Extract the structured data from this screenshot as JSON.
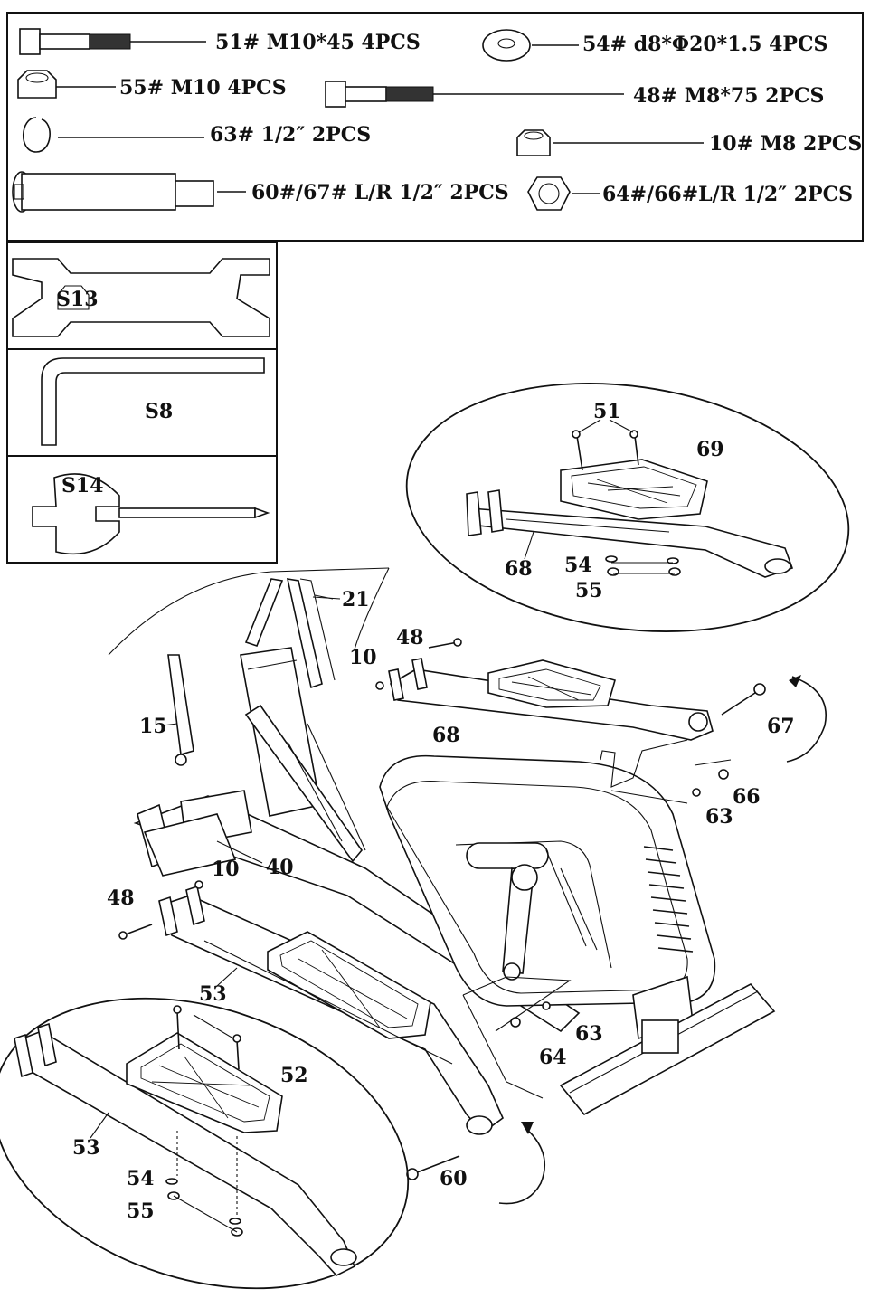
{
  "hardware": [
    {
      "label": "51#  M10*45  4PCS",
      "icon": "bolt-long-icon"
    },
    {
      "label": "54# d8*Φ20*1.5 4PCS",
      "icon": "washer-icon"
    },
    {
      "label": "55# M10 4PCS",
      "icon": "hex-nut-icon"
    },
    {
      "label": "48#  M8*75  2PCS",
      "icon": "bolt-icon"
    },
    {
      "label": "63# 1/2″ 2PCS",
      "icon": "spring-washer-icon"
    },
    {
      "label": "10# M8 2PCS",
      "icon": "hex-nut-small-icon"
    },
    {
      "label": "60#/67# L/R 1/2″ 2PCS",
      "icon": "axle-bolt-icon"
    },
    {
      "label": "64#/66#L/R 1/2″ 2PCS",
      "icon": "lock-nut-icon"
    }
  ],
  "tools": [
    {
      "label": "S13",
      "icon": "open-wrench-icon"
    },
    {
      "label": "S8",
      "icon": "allen-key-icon"
    },
    {
      "label": "S14",
      "icon": "screwdriver-wrench-icon"
    }
  ],
  "callouts": {
    "c51": "51",
    "c69": "69",
    "c68a": "68",
    "c54a": "54",
    "c55a": "55",
    "c21": "21",
    "c48a": "48",
    "c10a": "10",
    "c15": "15",
    "c68b": "68",
    "c67": "67",
    "c66": "66",
    "c63a": "63",
    "c40": "40",
    "c10b": "10",
    "c48b": "48",
    "c53a": "53",
    "c63b": "63",
    "c64": "64",
    "c52": "52",
    "c53b": "53",
    "c54b": "54",
    "c55b": "55",
    "c60": "60"
  }
}
